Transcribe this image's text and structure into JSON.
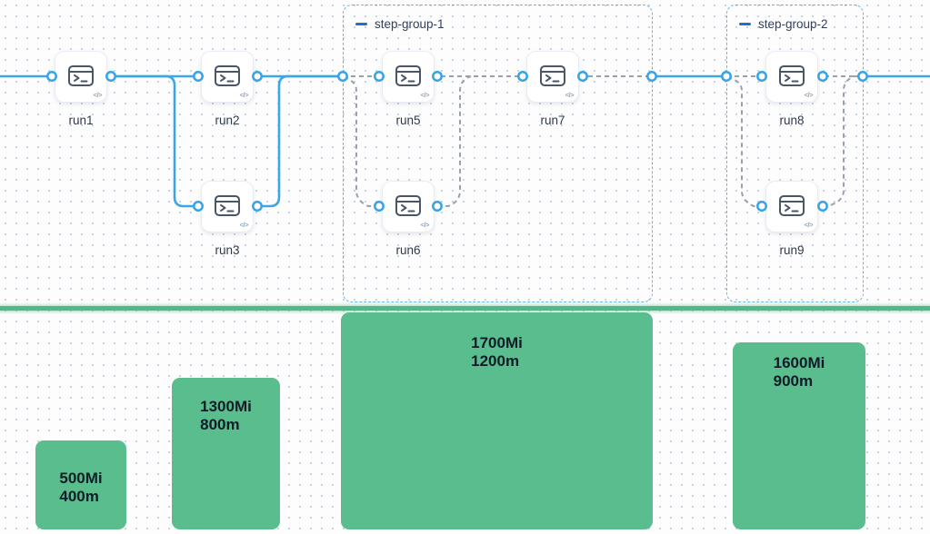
{
  "workflow": {
    "nodes": [
      {
        "id": "run1",
        "label": "run1"
      },
      {
        "id": "run2",
        "label": "run2"
      },
      {
        "id": "run3",
        "label": "run3"
      },
      {
        "id": "run5",
        "label": "run5"
      },
      {
        "id": "run6",
        "label": "run6"
      },
      {
        "id": "run7",
        "label": "run7"
      },
      {
        "id": "run8",
        "label": "run8"
      },
      {
        "id": "run9",
        "label": "run9"
      }
    ],
    "groups": [
      {
        "id": "step-group-1",
        "label": "step-group-1"
      },
      {
        "id": "step-group-2",
        "label": "step-group-2"
      }
    ],
    "node_badge": "</>",
    "icons": [
      "terminal-icon",
      "code-badge-icon",
      "collapse-dash-icon",
      "port-handle"
    ]
  },
  "resources": {
    "bars": [
      {
        "memory": "500Mi",
        "cpu": "400m"
      },
      {
        "memory": "1300Mi",
        "cpu": "800m"
      },
      {
        "memory": "1700Mi",
        "cpu": "1200m"
      },
      {
        "memory": "1600Mi",
        "cpu": "900m"
      }
    ]
  },
  "colors": {
    "edge_blue": "#3ba7ea",
    "port_ring": "#35a3e6",
    "edge_dashed_gray": "#9aa1ad",
    "group_border_blue": "#67b5ea",
    "group_title_text": "#33415c",
    "collapse_dash_blue": "#1d6ed6",
    "node_icon_gray": "#4a5568",
    "separator_green": "#50b987",
    "bar_green": "#5abd8d",
    "bar_text": "#101c28"
  }
}
